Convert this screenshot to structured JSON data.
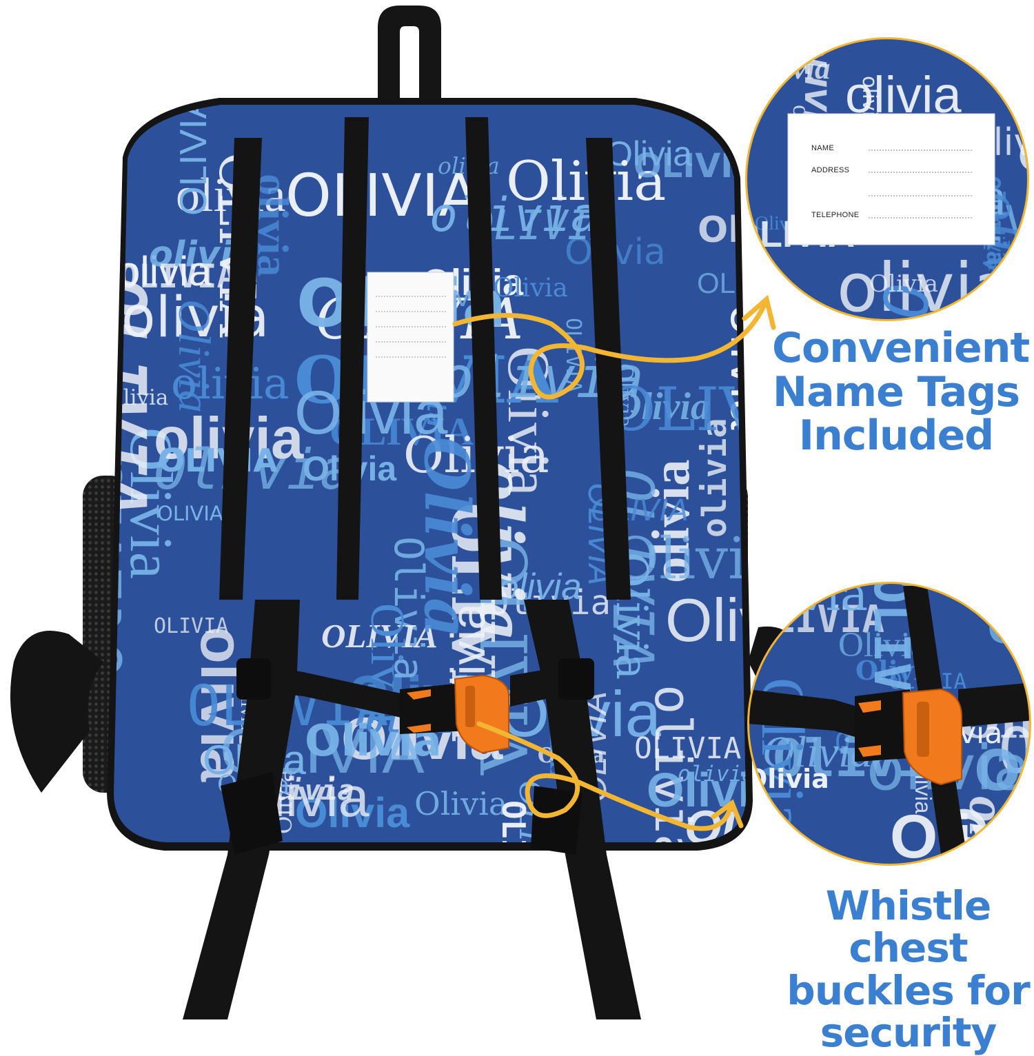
{
  "product": {
    "pattern_name": "Olivia",
    "colors": {
      "body": "#2c519a",
      "body_dark": "#1f3f82",
      "name_white": "#eef2f8",
      "name_light_blue": "#78b3e8",
      "name_mid_blue": "#4a8bd6",
      "strap": "#141414",
      "whistle": "#f07a1c",
      "arrow": "#f2b632",
      "caption": "#3a7fd0"
    }
  },
  "callouts": {
    "name_tags": {
      "caption_lines": [
        "Convenient",
        "Name Tags",
        "Included"
      ],
      "tag_fields": [
        "NAME",
        "ADDRESS",
        "TELEPHONE"
      ]
    },
    "whistle": {
      "caption_lines": [
        "Whistle chest",
        "buckles for",
        "security"
      ]
    }
  },
  "icons": {
    "name_tag": "name-tag-icon",
    "whistle_buckle": "whistle-buckle-icon",
    "arrow": "curved-arrow-icon"
  }
}
